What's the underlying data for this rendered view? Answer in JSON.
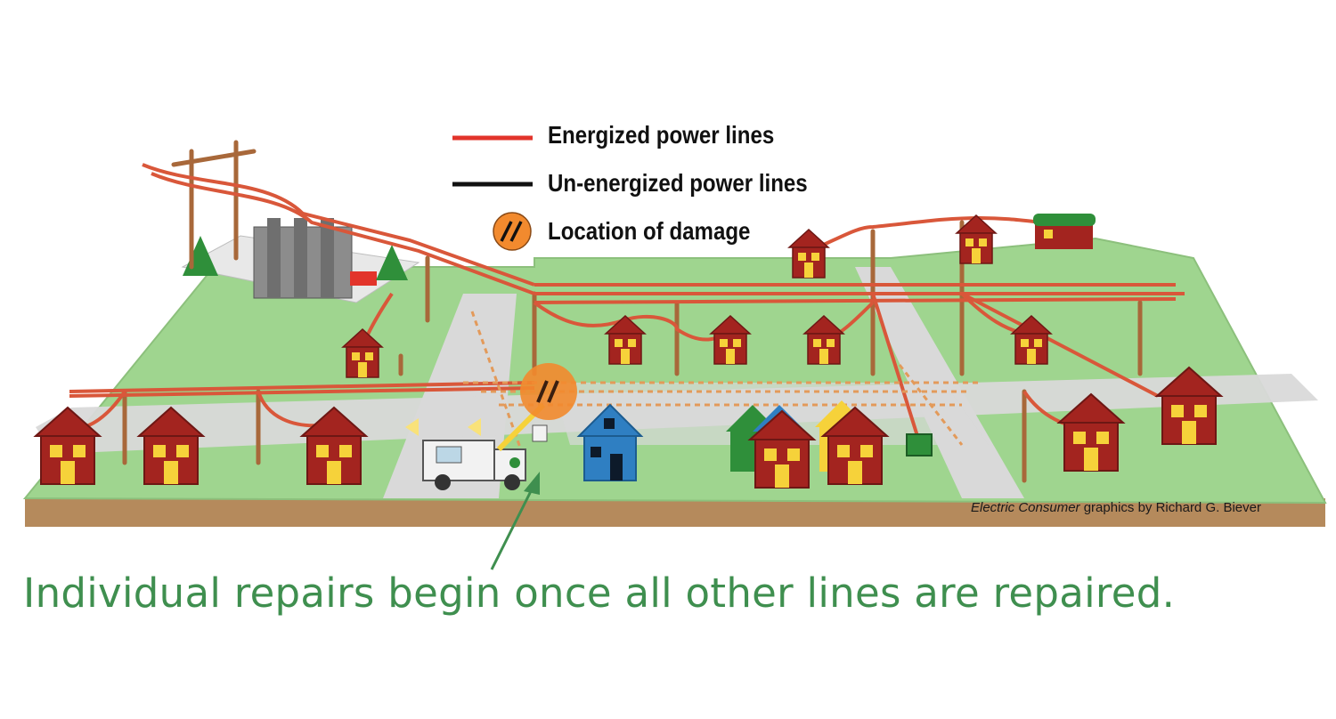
{
  "legend": {
    "items": [
      {
        "label": "Energized power lines",
        "color": "#e2342b"
      },
      {
        "label": "Un-energized power lines",
        "color": "#111111"
      },
      {
        "label": "Location of damage",
        "color": "#f28a2e"
      }
    ]
  },
  "credit": {
    "italic": "Electric Consumer",
    "rest": " graphics by Richard G. Biever"
  },
  "caption": {
    "text": "Individual repairs begin once all other lines are repaired.",
    "color": "#3f8f4f"
  },
  "colors": {
    "grass": "#9fd58f",
    "road": "#d9d9d9",
    "soil": "#b58a5c",
    "house": "#a3241f",
    "window": "#f6d23a",
    "pole": "#a8683a",
    "wire": "#d9573a",
    "blue_house": "#2f7fc2",
    "substation": "#8c8c8c"
  }
}
